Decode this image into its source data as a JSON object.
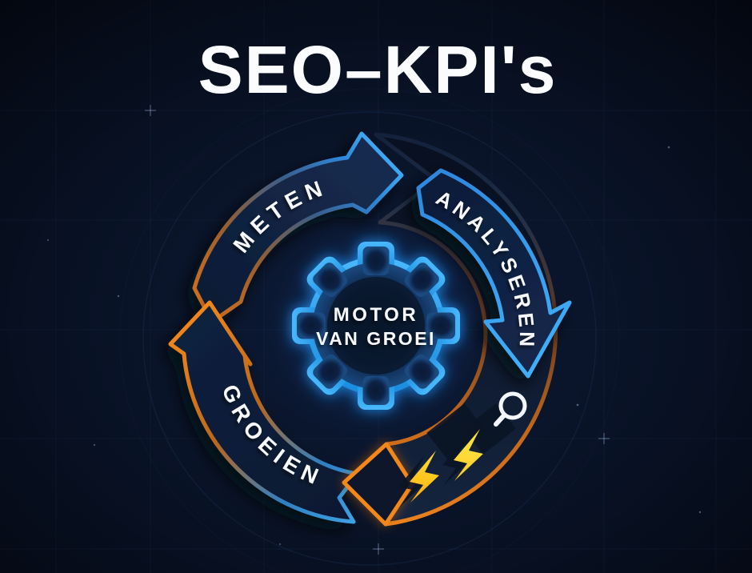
{
  "title": "SEO–KPI's",
  "diagram": {
    "center_label": {
      "line1": "MOTOR",
      "line2": "VAN GROEI"
    },
    "steps": [
      {
        "label": "METEN",
        "accent": "#e8761a"
      },
      {
        "label": "ANALYSEREN",
        "accent": "#3fb0fb"
      },
      {
        "label": "GROEIEN",
        "accent": "#f0851d"
      }
    ],
    "icons": {
      "center": "gear-icon",
      "search": "magnifier-icon",
      "energy": "lightning-bolt-icon"
    },
    "colors": {
      "background": "#081123",
      "band_fill": "#0e1d39",
      "blue_accent": "#3fb0fb",
      "orange_accent": "#f0851d",
      "bolt_yellow": "#ffd21e",
      "text": "#f7f9fc"
    }
  }
}
